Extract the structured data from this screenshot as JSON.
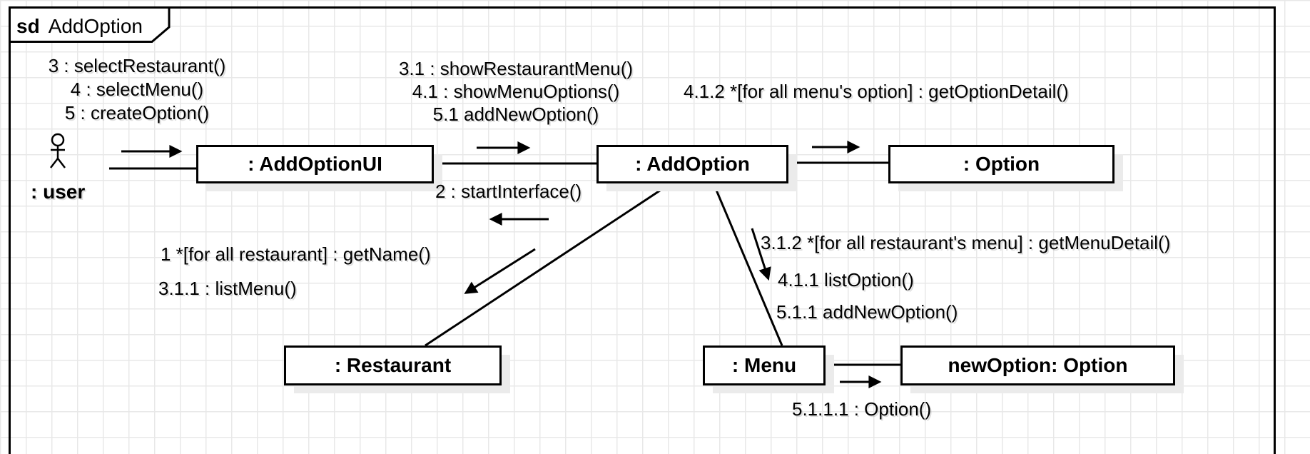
{
  "frame": {
    "keyword": "sd",
    "title": "AddOption"
  },
  "actor": {
    "label": ": user"
  },
  "objects": {
    "add_option_ui": {
      "label": ": AddOptionUI"
    },
    "add_option": {
      "label": ": AddOption"
    },
    "option": {
      "label": ": Option"
    },
    "restaurant": {
      "label": ": Restaurant"
    },
    "menu": {
      "label": ": Menu"
    },
    "new_option": {
      "label": "newOption: Option"
    }
  },
  "messages": {
    "user_to_add_option_ui": {
      "lines": [
        "3 : selectRestaurant()",
        "4 : selectMenu()",
        "5 : createOption()"
      ]
    },
    "add_option_ui_to_add_option": {
      "lines": [
        "3.1 : showRestaurantMenu()",
        "4.1 : showMenuOptions()",
        "5.1 addNewOption()"
      ]
    },
    "add_option_to_option": {
      "label": "4.1.2 *[for all menu's option] : getOptionDetail()"
    },
    "add_option_to_add_option_ui": {
      "label": "2 : startInterface()"
    },
    "add_option_to_restaurant": {
      "lines": [
        "1 *[for all restaurant] : getName()",
        "3.1.1 : listMenu()"
      ]
    },
    "add_option_to_menu": {
      "lines": [
        "3.1.2 *[for all restaurant's menu] : getMenuDetail()",
        "4.1.1 listOption()",
        "5.1.1 addNewOption()"
      ]
    },
    "menu_to_new_option": {
      "label": "5.1.1.1 : Option()"
    }
  },
  "colors": {
    "stroke": "#000000",
    "node_fill": "#ffffff",
    "shadow": "#ebebeb",
    "grid_line": "#e8e8e8",
    "background": "#ffffff"
  }
}
